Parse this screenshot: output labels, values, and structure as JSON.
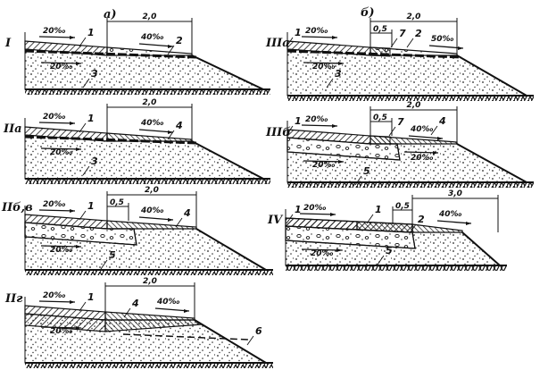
{
  "figure": {
    "part_a_label": "а)",
    "part_b_label": "б)"
  },
  "panels": [
    {
      "id": "I",
      "label": "I",
      "slope_top": "20‰",
      "slope_shoulder": "40‰",
      "slope_base": "20‰",
      "dims": [
        "2,0"
      ],
      "numbers": [
        "1",
        "2",
        "3"
      ]
    },
    {
      "id": "IIa",
      "label": "IIа",
      "slope_top": "20‰",
      "slope_shoulder": "40‰",
      "slope_base": "20‰",
      "dims": [
        "2,0"
      ],
      "numbers": [
        "1",
        "4",
        "3"
      ]
    },
    {
      "id": "IIbv",
      "label": "IIб,в",
      "slope_top": "20‰",
      "slope_shoulder": "40‰",
      "slope_base": "20‰",
      "dims": [
        "2,0",
        "0,5"
      ],
      "numbers": [
        "1",
        "4",
        "5"
      ]
    },
    {
      "id": "IIg",
      "label": "IIг",
      "slope_top": "20‰",
      "slope_shoulder": "40‰",
      "slope_base": "20‰",
      "dims": [
        "2,0"
      ],
      "numbers": [
        "1",
        "4",
        "6"
      ]
    },
    {
      "id": "IIIa",
      "label": "IIIа",
      "slope_top": "20‰",
      "slope_shoulder": "50‰",
      "slope_base": "20‰",
      "dims": [
        "2,0",
        "0,5"
      ],
      "numbers": [
        "1",
        "7",
        "2",
        "3"
      ]
    },
    {
      "id": "IIIb",
      "label": "IIIб",
      "slope_top": "20‰",
      "slope_shoulder": "40‰",
      "slope_base": "20‰",
      "slope_base2": "20‰",
      "dims": [
        "2,0",
        "0,5"
      ],
      "numbers": [
        "1",
        "7",
        "4",
        "5"
      ]
    },
    {
      "id": "IV",
      "label": "IV",
      "slope_top": "20‰",
      "slope_shoulder": "40‰",
      "slope_base": "20‰",
      "dims": [
        "3,0",
        "0,5"
      ],
      "numbers": [
        "1",
        "1",
        "2",
        "5"
      ]
    }
  ]
}
